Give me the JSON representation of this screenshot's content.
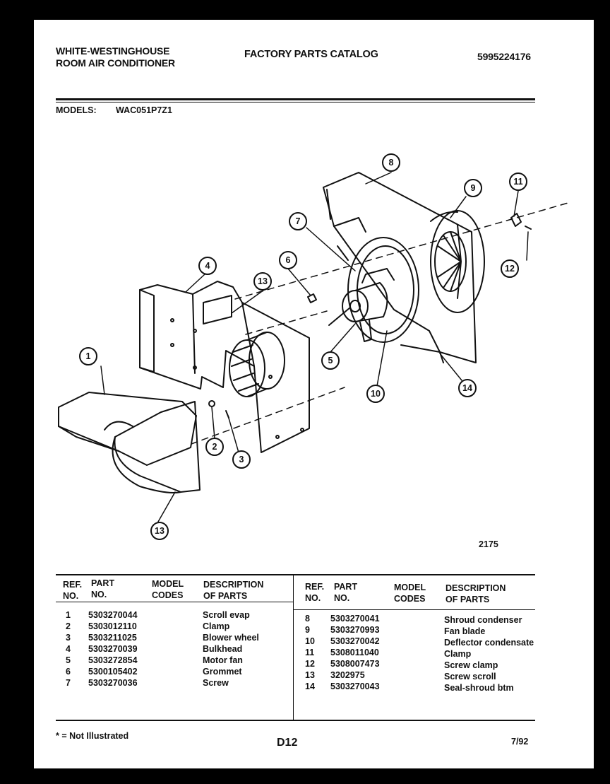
{
  "header": {
    "brand_line1": "WHITE-WESTINGHOUSE",
    "brand_line2": "ROOM AIR CONDITIONER",
    "catalog_title": "FACTORY PARTS CATALOG",
    "catalog_number": "5995224176",
    "models_label": "MODELS:",
    "model": "WAC051P7Z1"
  },
  "diagram": {
    "callouts": [
      "1",
      "2",
      "3",
      "4",
      "5",
      "6",
      "7",
      "8",
      "9",
      "10",
      "11",
      "12",
      "13",
      "13",
      "14"
    ],
    "figure_number": "2175"
  },
  "table": {
    "headers": {
      "ref_no": [
        "REF.",
        "NO."
      ],
      "part_no": [
        "PART",
        "NO."
      ],
      "model_codes": [
        "MODEL",
        "CODES"
      ],
      "description": [
        "DESCRIPTION",
        "OF PARTS"
      ]
    },
    "left_rows": [
      {
        "ref": "1",
        "part": "5303270044",
        "codes": "",
        "desc": "Scroll evap"
      },
      {
        "ref": "2",
        "part": "5303012110",
        "codes": "",
        "desc": "Clamp"
      },
      {
        "ref": "3",
        "part": "5303211025",
        "codes": "",
        "desc": "Blower wheel"
      },
      {
        "ref": "4",
        "part": "5303270039",
        "codes": "",
        "desc": "Bulkhead"
      },
      {
        "ref": "5",
        "part": "5303272854",
        "codes": "",
        "desc": "Motor fan"
      },
      {
        "ref": "6",
        "part": "5300105402",
        "codes": "",
        "desc": "Grommet"
      },
      {
        "ref": "7",
        "part": "5303270036",
        "codes": "",
        "desc": "Screw"
      }
    ],
    "right_rows": [
      {
        "ref": "8",
        "part": "5303270041",
        "codes": "",
        "desc": "Shroud condenser"
      },
      {
        "ref": "9",
        "part": "5303270993",
        "codes": "",
        "desc": "Fan blade"
      },
      {
        "ref": "10",
        "part": "5303270042",
        "codes": "",
        "desc": "Deflector condensate"
      },
      {
        "ref": "11",
        "part": "5308011040",
        "codes": "",
        "desc": "Clamp"
      },
      {
        "ref": "12",
        "part": "5308007473",
        "codes": "",
        "desc": "Screw clamp"
      },
      {
        "ref": "13",
        "part": "3202975",
        "codes": "",
        "desc": "Screw scroll"
      },
      {
        "ref": "14",
        "part": "5303270043",
        "codes": "",
        "desc": "Seal-shroud btm"
      }
    ]
  },
  "footer": {
    "note": "* = Not Illustrated",
    "page_code": "D12",
    "date": "7/92"
  }
}
